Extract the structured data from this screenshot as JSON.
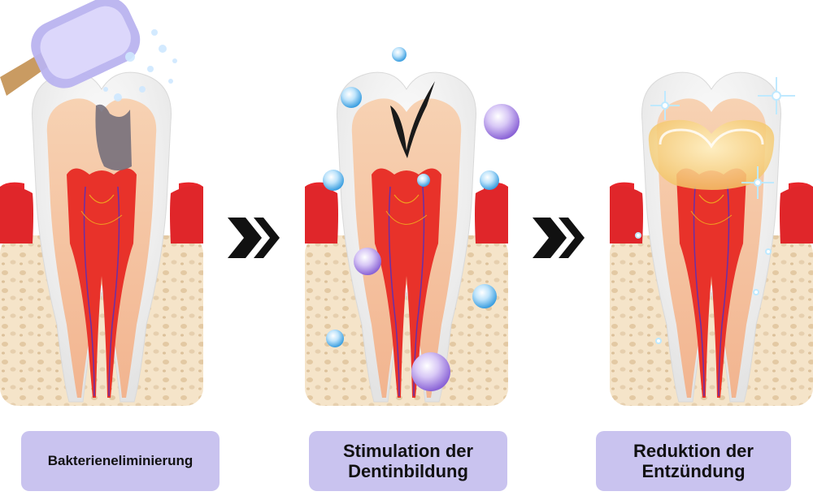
{
  "steps": [
    {
      "label": "Bakterieneliminierung"
    },
    {
      "label_line1": "Stimulation der",
      "label_line2": "Dentinbildung"
    },
    {
      "label_line1": "Reduktion der",
      "label_line2": "Entzündung"
    }
  ],
  "colors": {
    "label_bg": "#c9c3ef",
    "gum": "#e8262b",
    "pulp": "#e8322a",
    "dentin": "#f6c6a0",
    "enamel": "#f4f4f4",
    "bone": "#f5e4c9",
    "arrow": "#111111",
    "bubble_blue": "#5fb8ea",
    "bubble_purple": "#a98be0",
    "sparkle": "#bfe9ff"
  },
  "icons": [
    "toothbrush-icon",
    "double-chevron-right-icon",
    "bubble-icon",
    "sparkle-icon"
  ]
}
